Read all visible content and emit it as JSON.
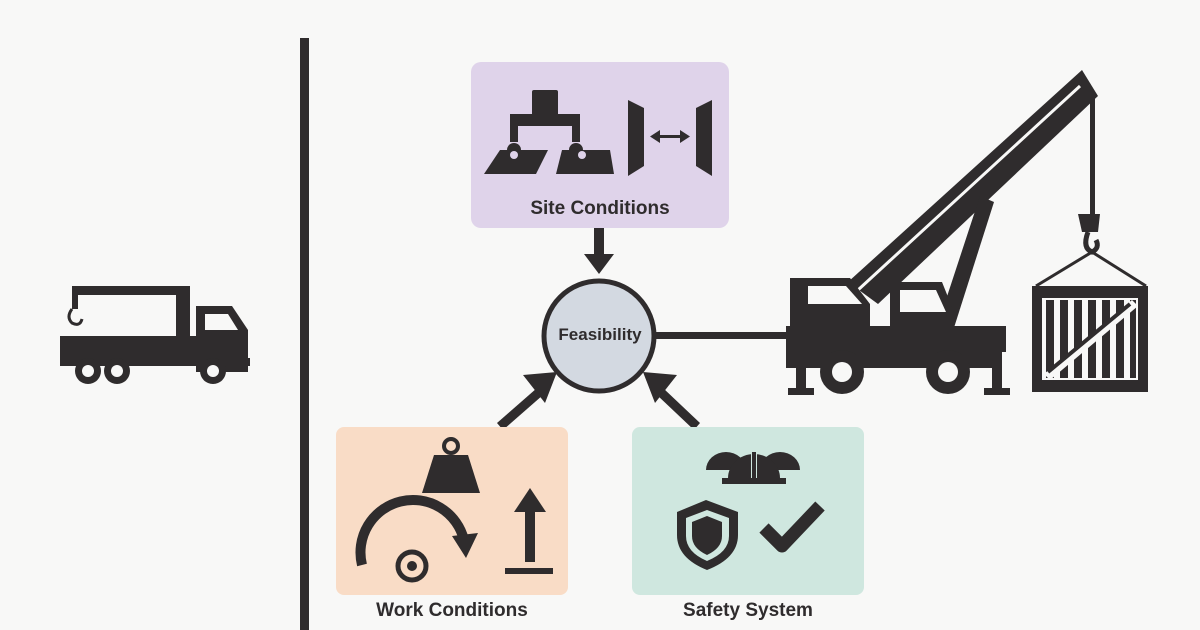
{
  "diagram": {
    "center_node": {
      "label": "Feasibility"
    },
    "site_box": {
      "label": "Site Conditions",
      "fill": "#dfd3ea"
    },
    "work_box": {
      "label": "Work Conditions",
      "fill": "#f9dcc6"
    },
    "safety_box": {
      "label": "Safety System",
      "fill": "#cfe7df"
    },
    "icons": {
      "small_truck": "crane-truck-icon",
      "big_crane": "mobile-crane-icon",
      "crate": "cargo-crate-icon",
      "outriggers": "outrigger-pads-icon",
      "clearance": "width-clearance-icon",
      "weight": "weight-icon",
      "swing": "rotation-icon",
      "lift": "lift-height-icon",
      "helmets": "hard-hats-icon",
      "shield": "shield-icon",
      "check": "checkmark-icon"
    },
    "colors": {
      "ink": "#2f2c2d",
      "node_fill": "#d3d9e1",
      "background": "#f8f8f7"
    }
  }
}
